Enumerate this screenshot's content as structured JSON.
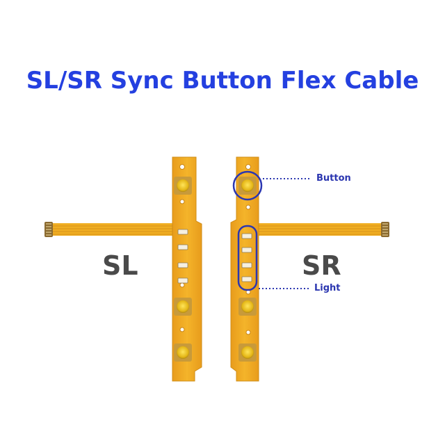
{
  "title": "SL/SR Sync Button Flex Cable",
  "labels": {
    "left": "SL",
    "right": "SR",
    "button_callout": "Button",
    "light_callout": "Light"
  },
  "colors": {
    "title": "#2440e0",
    "label": "#4a4a4a",
    "callout": "#2b36b0",
    "flex": "#f0ae22",
    "flex_dark": "#d8921a",
    "button": "#e8c21a"
  }
}
